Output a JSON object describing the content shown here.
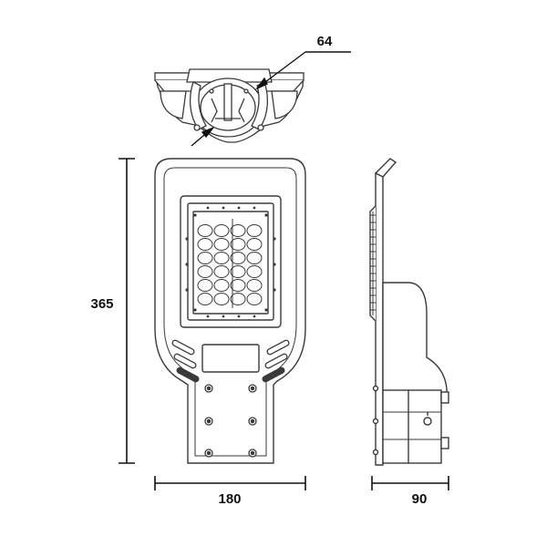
{
  "dimensions": {
    "cable_diameter": "64",
    "height": "365",
    "width": "180",
    "depth": "90"
  },
  "colors": {
    "line": "#3a3a3a",
    "dimension": "#111111",
    "fill": "#ffffff"
  }
}
